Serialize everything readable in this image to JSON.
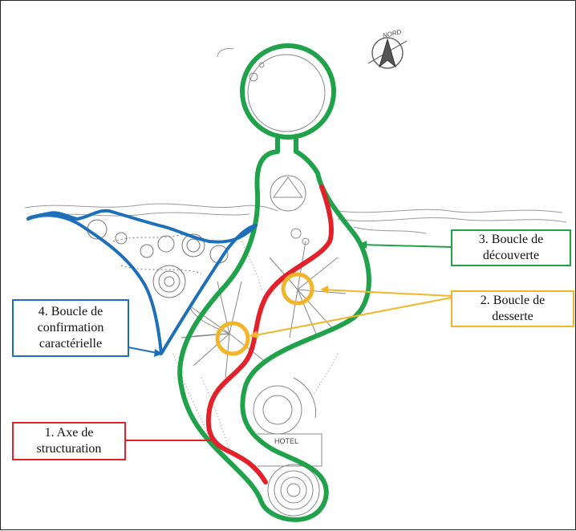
{
  "compass": {
    "label": "NORD"
  },
  "hotel": {
    "label": "HOTEL"
  },
  "callouts": [
    {
      "id": "boucle-decouverte",
      "lines": [
        "3. Boucle de",
        "découverte"
      ],
      "color": "#1fa24a"
    },
    {
      "id": "boucle-desserte",
      "lines": [
        "2. Boucle de",
        "desserte"
      ],
      "color": "#f2b52a"
    },
    {
      "id": "boucle-confirmation",
      "lines": [
        "4. Boucle de",
        "confirmation",
        "caractérielle"
      ],
      "color": "#1d6fba"
    },
    {
      "id": "axe-structuration",
      "lines": [
        "1. Axe de",
        "structuration"
      ],
      "color": "#e2212b"
    }
  ],
  "colors": {
    "axe": "#e2212b",
    "desserte": "#f2b52a",
    "decouverte": "#1fa24a",
    "confirmation": "#1d6fba",
    "sketch": "#8a8a8a"
  }
}
